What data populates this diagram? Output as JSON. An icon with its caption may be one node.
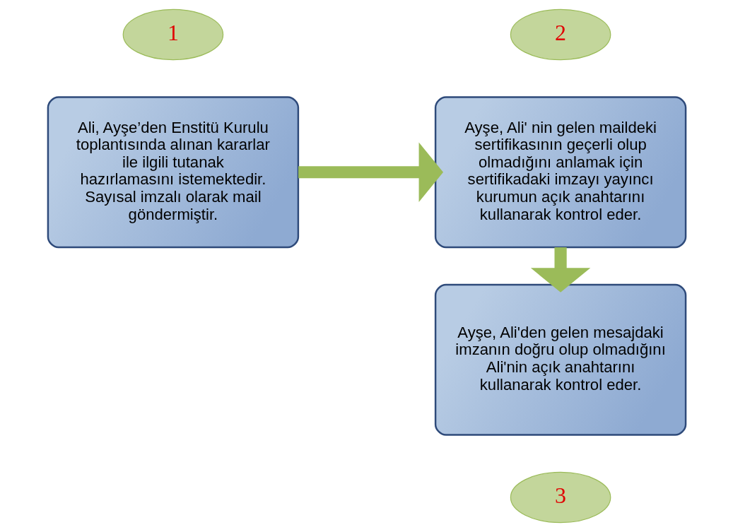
{
  "diagram": {
    "nodes": [
      {
        "text": [
          "1"
        ]
      },
      {
        "text": [
          "2"
        ]
      },
      {
        "text": [
          "Ali, Ayşe’den Enstitü Kurulu toplantısında alınan kararlar ile ilgili tutanak hazırlamasını istemektedir. Sayısal imzalı olarak mail göndermiştir."
        ]
      },
      {
        "text": [
          "Ayşe, Ali' nin gelen maildeki sertifikasının geçerli olup olmadığını anlamak için sertifikadaki imzayı yayıncı kurumun açık anahtarını kullanarak kontrol eder."
        ]
      },
      {
        "text": [
          "Ayşe, Ali'den gelen mesajdaki imzanın doğru olup olmadığını Ali'nin açık anahtarını kullanarak kontrol eder."
        ]
      },
      {
        "text": [
          "3"
        ]
      }
    ],
    "edges": [
      {
        "from": 2,
        "to": 3,
        "arrow": "to"
      },
      {
        "from": 3,
        "to": 4,
        "arrow": "to"
      }
    ]
  }
}
